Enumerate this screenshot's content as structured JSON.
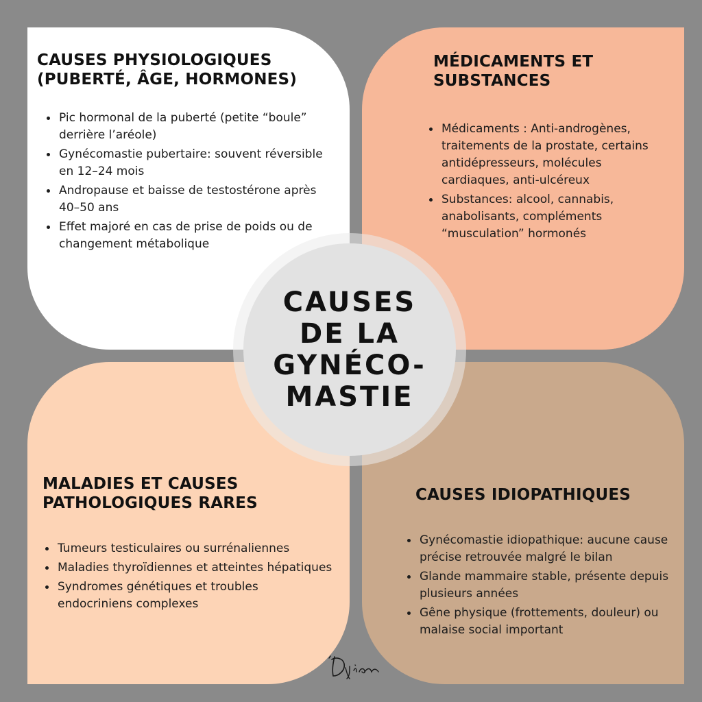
{
  "center": {
    "lines": [
      "CAUSES",
      "DE LA",
      "GYNÉCO-",
      "MASTIE"
    ]
  },
  "panels": {
    "top_left": {
      "title_lines": [
        "CAUSES PHYSIOLOGIQUES",
        "(PUBERTÉ, ÂGE, HORMONES)"
      ],
      "items": [
        "Pic hormonal de la puberté (petite “boule” derrière l’aréole)",
        "Gynécomastie pubertaire: souvent réversible en 12–24 mois",
        "Andropause et baisse de testostérone après 40–50 ans",
        "Effet majoré en cas de prise de poids ou de changement métabolique"
      ]
    },
    "top_right": {
      "title_lines": [
        "MÉDICAMENTS ET",
        "SUBSTANCES"
      ],
      "items": [
        "Médicaments : Anti-androgènes, traitements de la prostate, certains antidépresseurs, molécules cardiaques, anti-ulcéreux",
        "Substances: alcool, cannabis, anabolisants, compléments “musculation” hormonés"
      ]
    },
    "bottom_left": {
      "title_lines": [
        "MALADIES ET CAUSES",
        "PATHOLOGIQUES RARES"
      ],
      "items": [
        "Tumeurs testiculaires ou surrénaliennes",
        "Maladies thyroïdiennes et atteintes hépatiques",
        "Syndromes génétiques et troubles endocriniens complexes"
      ]
    },
    "bottom_right": {
      "title_lines": [
        "CAUSES IDIOPATHIQUES"
      ],
      "items": [
        "Gynécomastie idiopathique: aucune cause précise retrouvée malgré le bilan",
        "Glande mammaire stable, présente depuis plusieurs années",
        "Gêne physique (frottements, douleur) ou malaise social important"
      ]
    }
  },
  "signature": {
    "text": "Djian"
  },
  "colors": {
    "background": "#8a8a8a",
    "top_left": "#ffffff",
    "top_right": "#f7b899",
    "bottom_left": "#fdd4b6",
    "bottom_right": "#c9a98c",
    "center": "#e2e2e2"
  }
}
